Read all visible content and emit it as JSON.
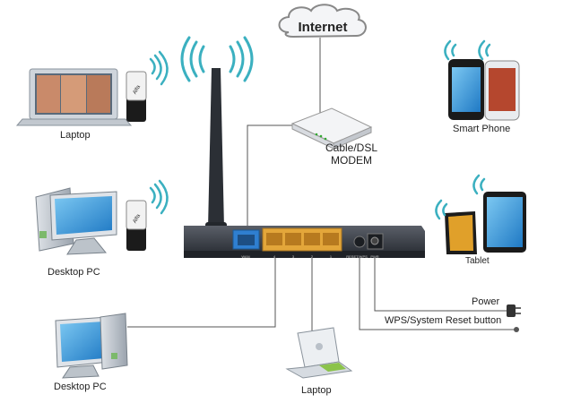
{
  "cloud": {
    "label": "Internet"
  },
  "modem": {
    "line1": "Cable/DSL",
    "line2": "MODEM"
  },
  "devices": {
    "laptop_top": "Laptop",
    "desktop_mid": "Desktop PC",
    "desktop_bottom": "Desktop PC",
    "laptop_bottom": "Laptop",
    "smart_phone": "Smart Phone",
    "tablet": "Tablet"
  },
  "router": {
    "wan_label": "WAN",
    "lan_ports": [
      "4",
      "3",
      "2",
      "1"
    ],
    "wps_label": "RESET/WPS",
    "power_label": "PWR"
  },
  "callouts": {
    "power": "Power",
    "wps_reset": "WPS/System Reset button"
  },
  "adapter": {
    "brand": "Alfa"
  },
  "colors": {
    "router_body": "#3a3f47",
    "wan_port": "#2f7fd0",
    "lan_ports": "#e3a63a",
    "screen_blue": "#3aa0e0",
    "wifi_waves": "#3bb0c0",
    "lines": "#555555"
  }
}
